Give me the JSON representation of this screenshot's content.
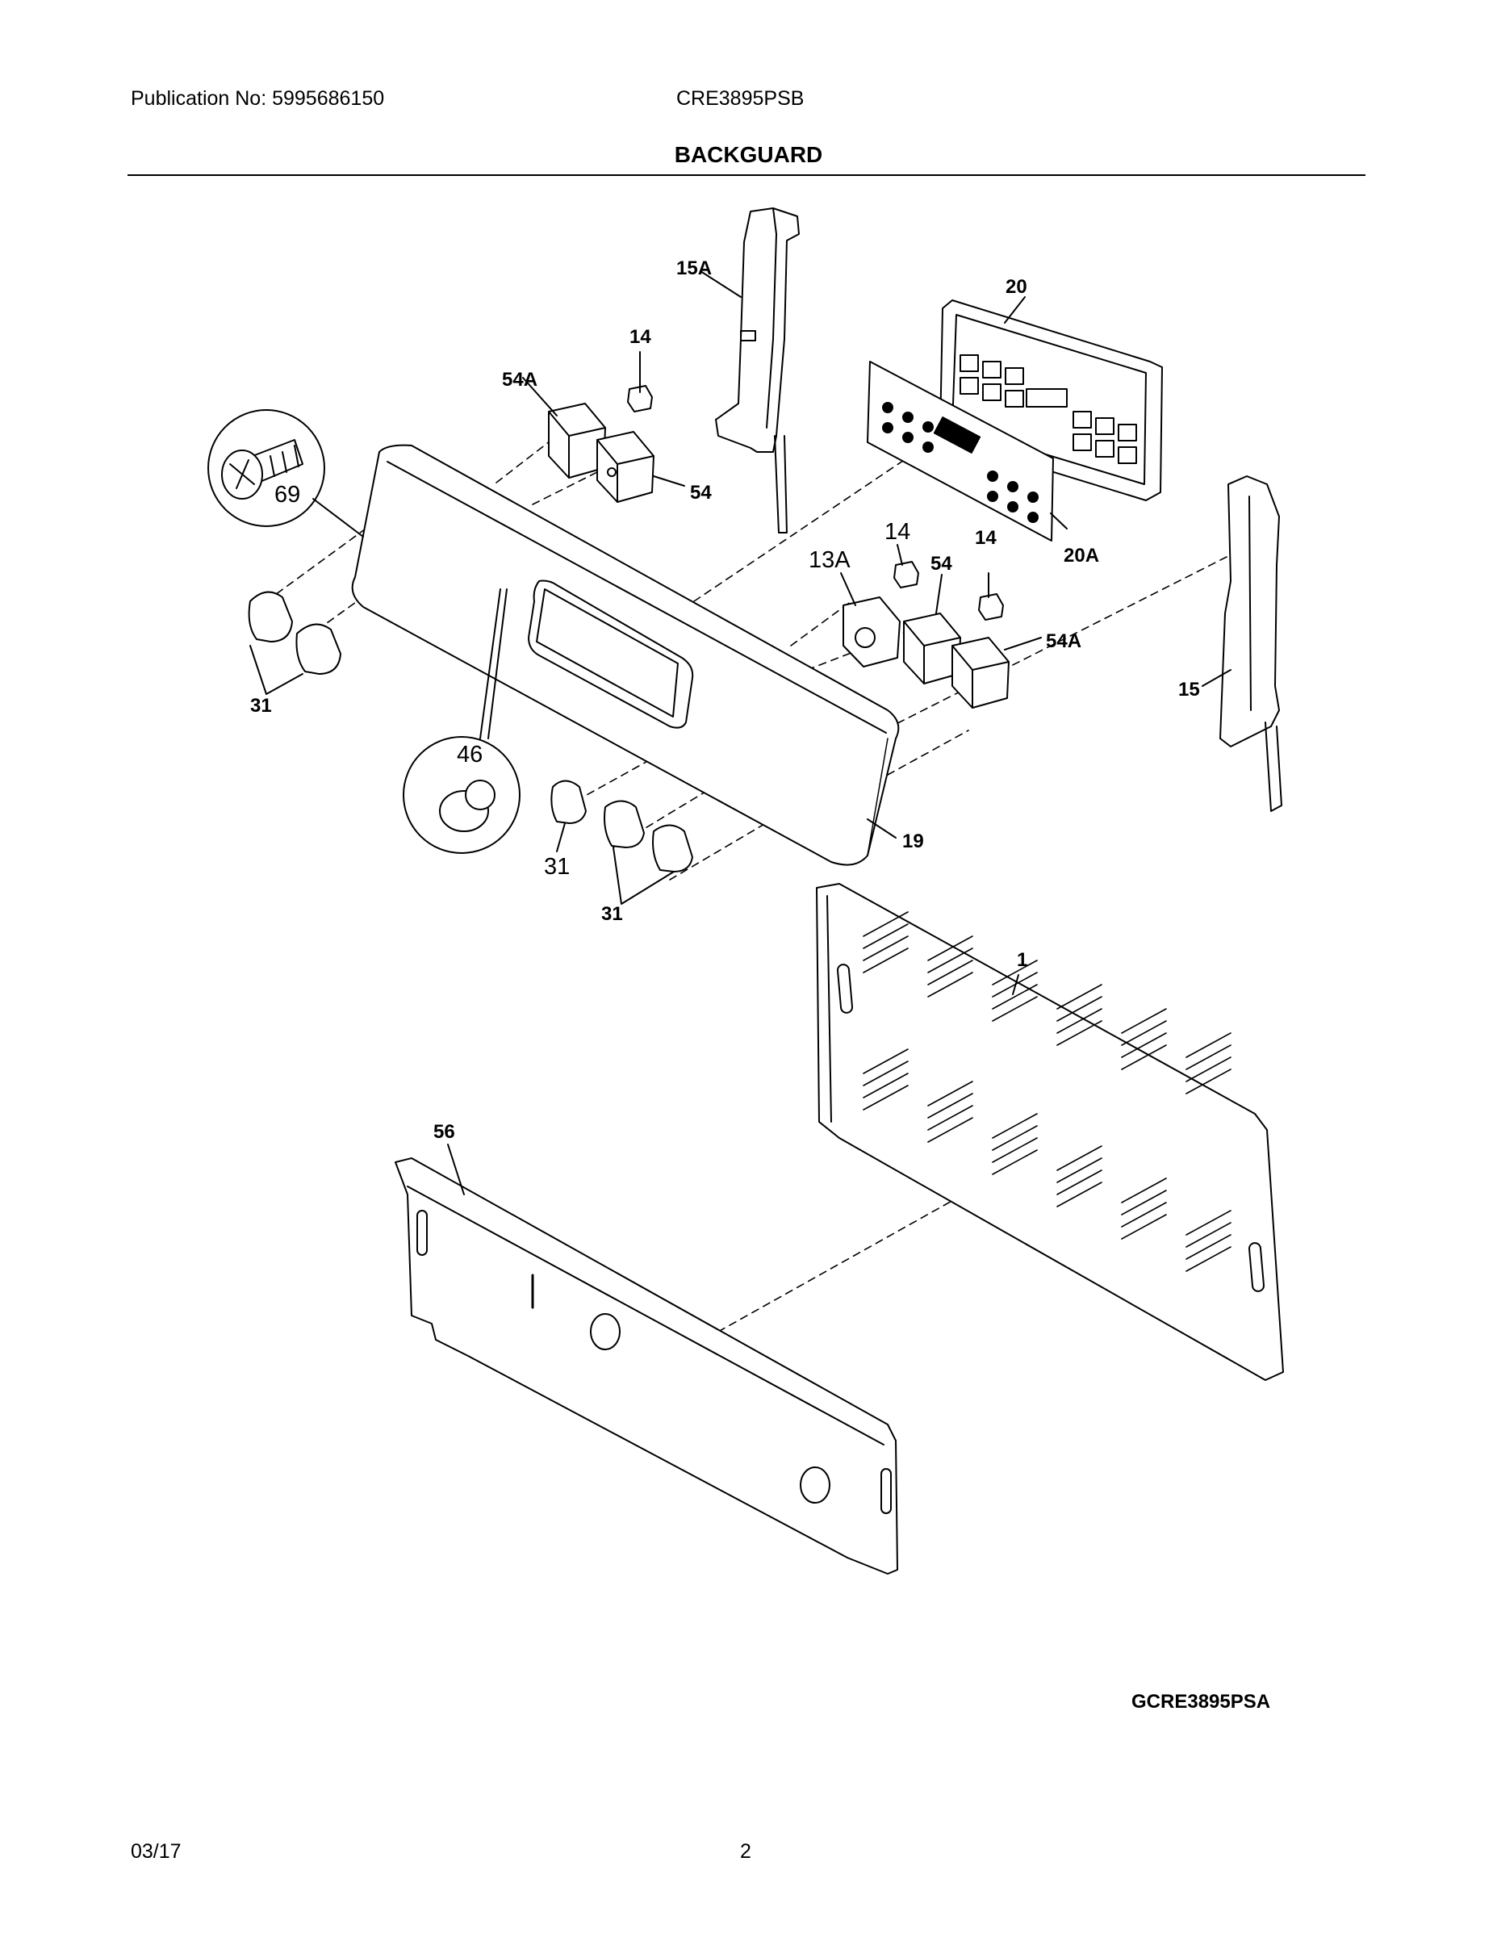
{
  "header": {
    "publication": "Publication No: 5995686150",
    "model": "CRE3895PSB",
    "title": "BACKGUARD"
  },
  "diagram": {
    "labels": {
      "l15A": "15A",
      "l14a": "14",
      "l54Aa": "54A",
      "l54a": "54",
      "l20": "20",
      "l20A": "20A",
      "l69": "69",
      "l13A": "13A",
      "l14b": "14",
      "l54b": "54",
      "l14c": "14",
      "l54Ab": "54A",
      "l15": "15",
      "l31a": "31",
      "l46": "46",
      "l31b": "31",
      "l19": "19",
      "l31c": "31",
      "l1": "1",
      "l56": "56"
    },
    "drawing_code": "GCRE3895PSA"
  },
  "footer": {
    "date": "03/17",
    "page": "2"
  }
}
